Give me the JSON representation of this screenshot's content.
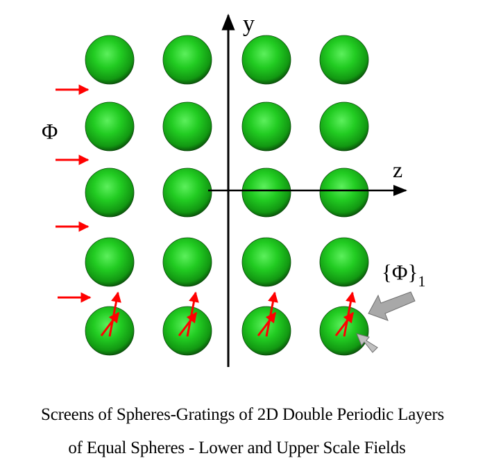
{
  "diagram": {
    "axis_y_label": "y",
    "axis_z_label": "z",
    "incident_field_label": "Φ",
    "scattered_field_label": "{Φ}",
    "scattered_field_subscript": "1",
    "sphere_grid": {
      "rows": 5,
      "columns": 4
    },
    "colors": {
      "sphere": "#22cc22",
      "sphere_dark": "#0b5a0b",
      "field_arrow": "#ff0000",
      "pointer_arrow": "#a0a0a0",
      "axis": "#000000"
    }
  },
  "caption": {
    "line1": "Screens of Spheres-Gratings of 2D Double Periodic Layers",
    "line2": "of Equal Spheres - Lower and Upper Scale Fields"
  }
}
